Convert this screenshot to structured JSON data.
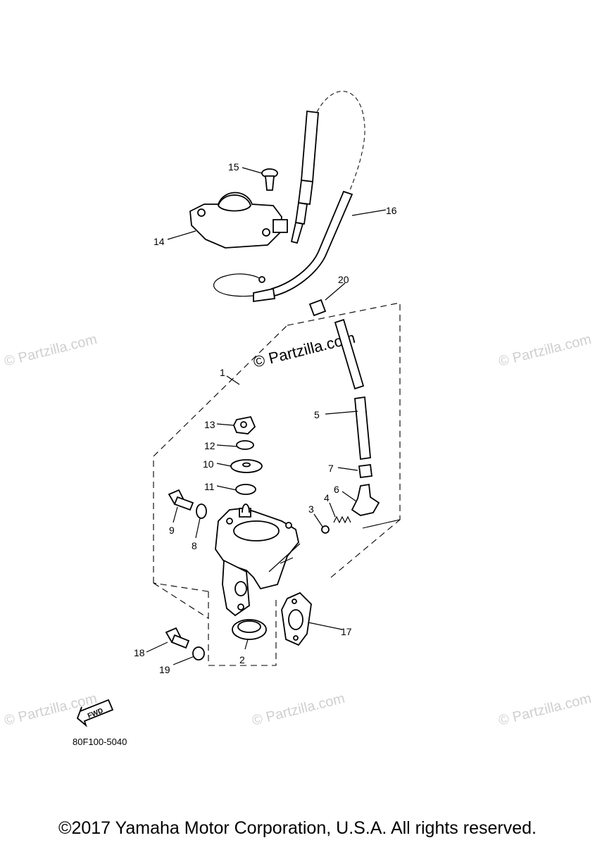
{
  "watermark_text": "© Partzilla.com",
  "drawing_code": "80F100-5040",
  "fwd_label": "FWD",
  "copyright": "©2017 Yamaha Motor Corporation, U.S.A. All rights reserved.",
  "callouts": [
    "1",
    "2",
    "3",
    "4",
    "5",
    "6",
    "7",
    "8",
    "9",
    "10",
    "11",
    "12",
    "13",
    "14",
    "15",
    "16",
    "17",
    "18",
    "19",
    "20"
  ]
}
